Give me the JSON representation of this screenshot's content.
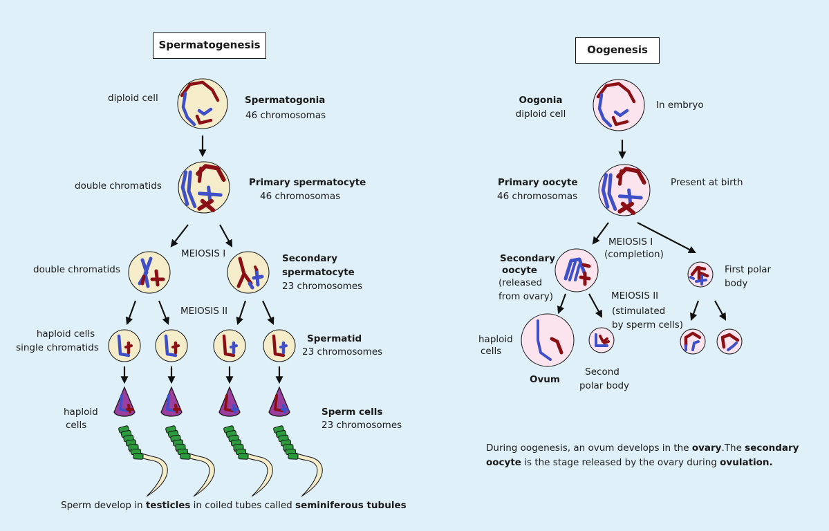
{
  "colors": {
    "background": "#dff0f8",
    "sperm_line_cell": "#f5ecc9",
    "oocyte_line_cell": "#fce4ee",
    "paternal_chromosome": "#8b1015",
    "maternal_chromosome": "#3f4fc8",
    "sperm_head": "#9b3f9e",
    "sperm_midpiece": "#2e9a3e",
    "sperm_tail": "#f5ecc9"
  },
  "spermatogenesis": {
    "title": "Spermatogenesis",
    "stages": [
      {
        "left_label": "diploid cell",
        "name": "Spermatogonia",
        "detail": "46 chromosomas"
      },
      {
        "left_label": "double chromatids",
        "name": "Primary spermatocyte",
        "detail": "46 chromosomas"
      },
      {
        "left_label": "double chromatids",
        "name_line1": "Secondary",
        "name_line2": "spermatocyte",
        "detail": "23 chromosomes"
      },
      {
        "left_label_line1": "haploid cells",
        "left_label_line2": "single chromatids",
        "name": "Spermatid",
        "detail": "23 chromosomes"
      },
      {
        "left_label_line1": "haploid",
        "left_label_line2": "cells",
        "name": "Sperm cells",
        "detail": "23 chromosomes"
      }
    ],
    "meiosis_1": "MEIOSIS I",
    "meiosis_2": "MEIOSIS II",
    "footer": {
      "t1": "Sperm develop in ",
      "b1": "testicles",
      "t2": " in coiled tubes called ",
      "b2": "seminiferous tubules"
    }
  },
  "oogenesis": {
    "title": "Oogenesis",
    "oogonia": {
      "name": "Oogonia",
      "detail": "diploid cell",
      "note": "In embryo"
    },
    "primary": {
      "name": "Primary oocyte",
      "detail": "46 chromosomas",
      "note": "Present at birth"
    },
    "meiosis_1": {
      "line1": "MEIOSIS I",
      "line2": "(completion)"
    },
    "secondary": {
      "line1": "Secondary",
      "line2": "oocyte",
      "line3": "(released",
      "line4": "from ovary)"
    },
    "first_polar": {
      "line1": "First polar",
      "line2": "body"
    },
    "meiosis_2": {
      "line1": "MEIOSIS II",
      "line2": "(stimulated",
      "line3": "by sperm cells)"
    },
    "haploid": {
      "line1": "haploid",
      "line2": "cells"
    },
    "ovum": "Ovum",
    "second_polar": {
      "line1": "Second",
      "line2": "polar body"
    },
    "footer": {
      "t1": "During oogenesis, an ovum develops in the ",
      "b1": "ovary",
      "t2": ".The ",
      "b2": "secondary oocyte",
      "t3": " is the stage released by the ovary during ",
      "b3": "ovulation."
    }
  }
}
